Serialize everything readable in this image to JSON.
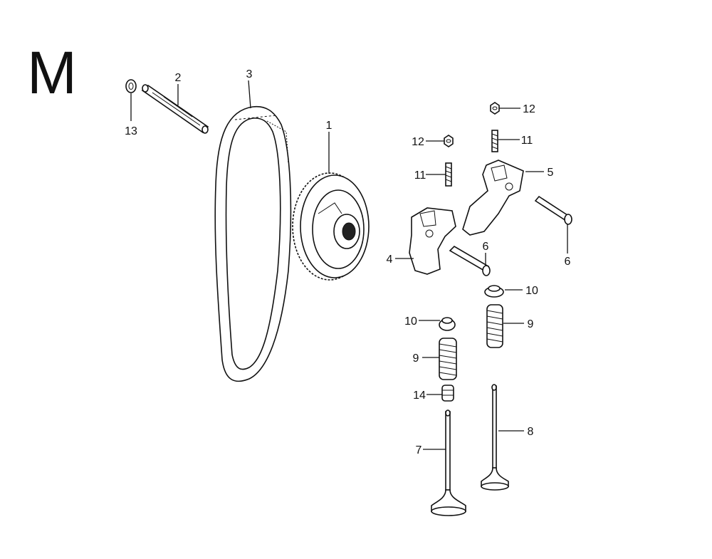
{
  "diagram": {
    "sheet_letter": "M",
    "callouts": {
      "c1": "1",
      "c2": "2",
      "c3": "3",
      "c4": "4",
      "c5": "5",
      "c6a": "6",
      "c6b": "6",
      "c7": "7",
      "c8": "8",
      "c9a": "9",
      "c9b": "9",
      "c10a": "10",
      "c10b": "10",
      "c11a": "11",
      "c11b": "11",
      "c12a": "12",
      "c12b": "12",
      "c13": "13",
      "c14": "14"
    }
  }
}
